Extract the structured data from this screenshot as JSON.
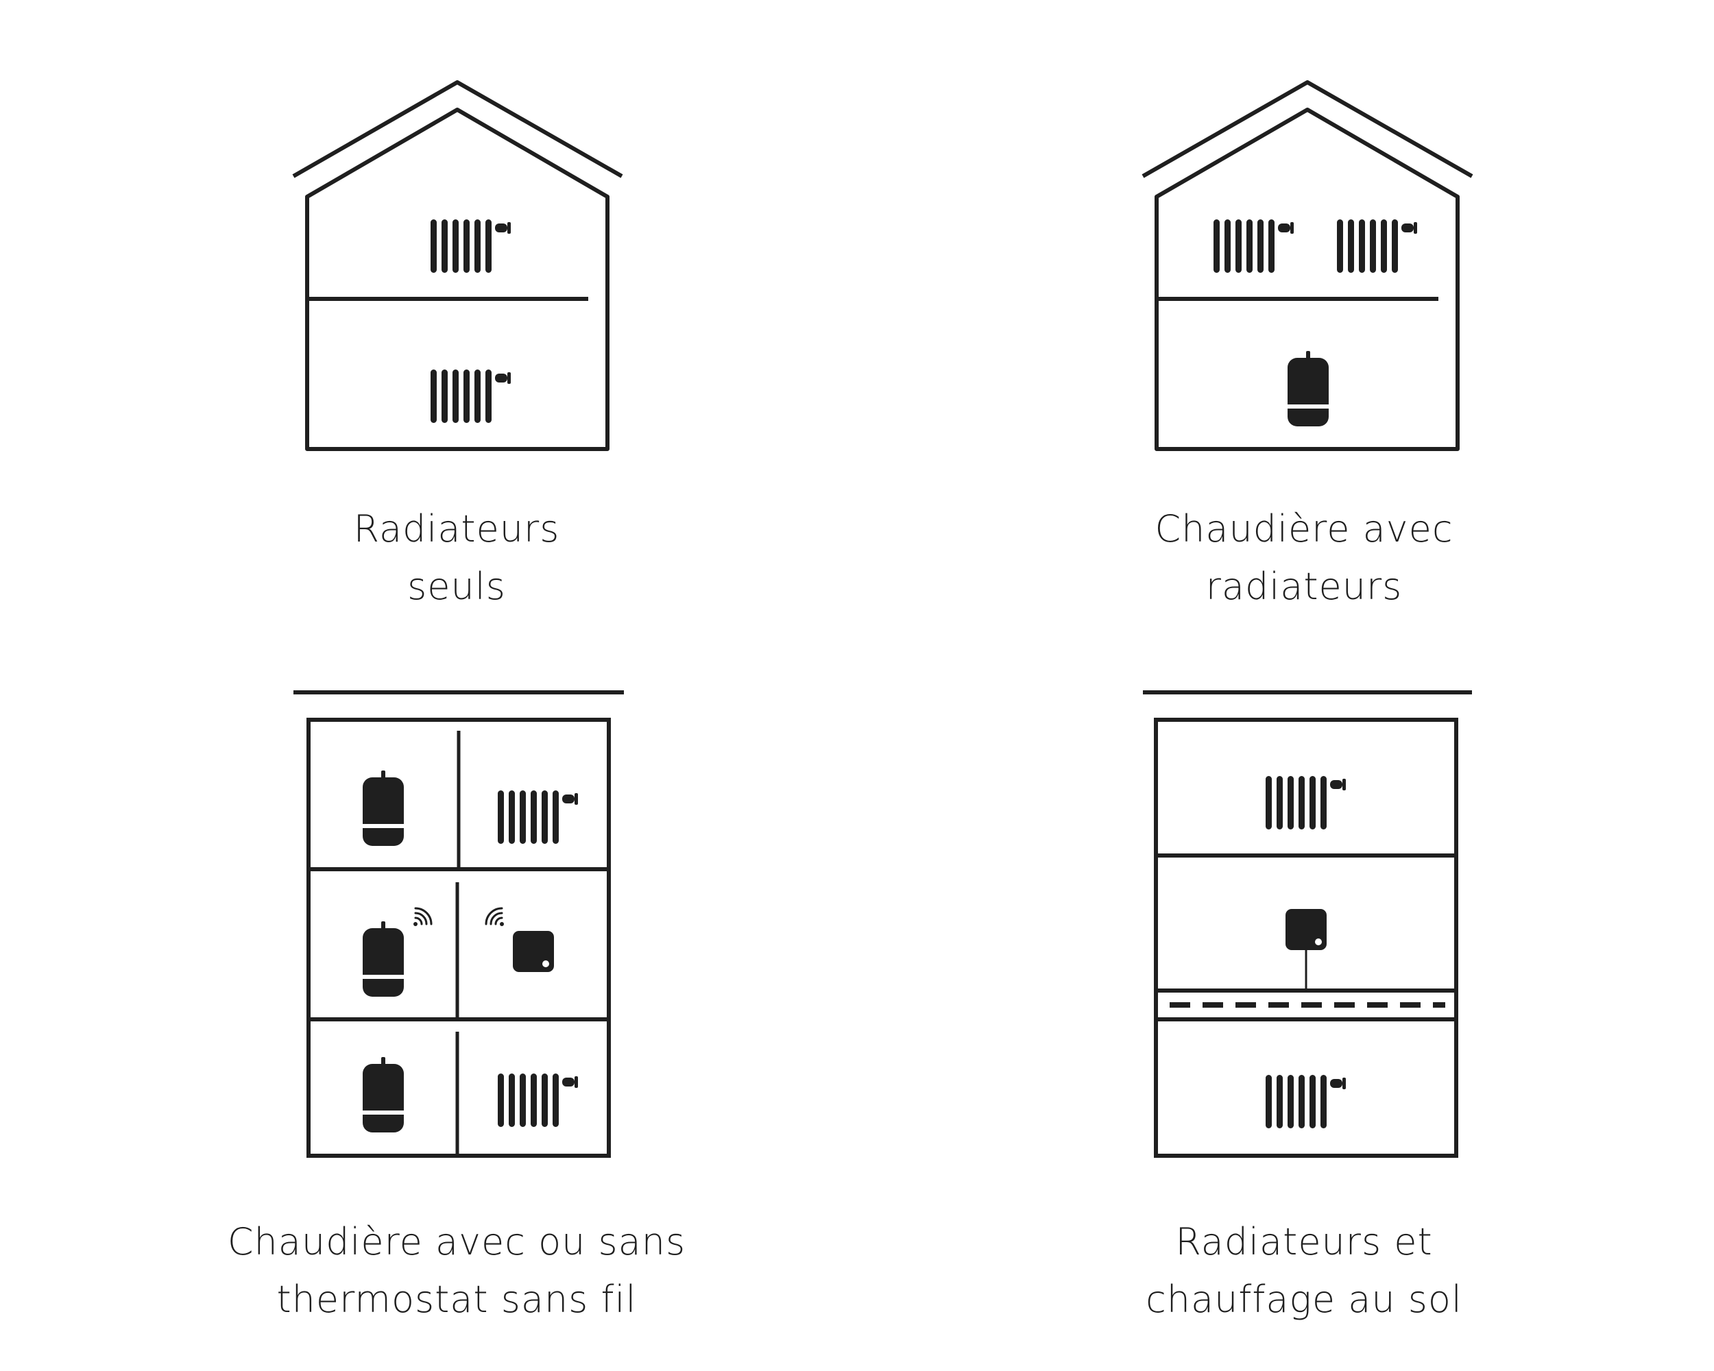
{
  "panels": [
    {
      "caption_line1": "Radiateurs",
      "caption_line2": "seuls",
      "icons": [
        "house-icon",
        "radiator-icon",
        "radiator-icon"
      ]
    },
    {
      "caption_line1": "Chaudière avec",
      "caption_line2": "radiateurs",
      "icons": [
        "house-icon",
        "radiator-icon",
        "radiator-icon",
        "boiler-icon"
      ]
    },
    {
      "caption_line1": "Chaudière avec ou sans",
      "caption_line2": "thermostat sans fil",
      "icons": [
        "apartment-building-icon",
        "boiler-icon",
        "radiator-icon",
        "boiler-icon",
        "wifi-signal-icon",
        "wireless-thermostat-icon",
        "boiler-icon",
        "radiator-icon"
      ]
    },
    {
      "caption_line1": "Radiateurs et",
      "caption_line2": "chauffage au sol",
      "icons": [
        "apartment-building-icon",
        "radiator-icon",
        "thermostat-icon",
        "underfloor-heating-icon",
        "radiator-icon"
      ]
    }
  ],
  "colors": {
    "ink": "#1f1f1f",
    "background": "#ffffff"
  }
}
